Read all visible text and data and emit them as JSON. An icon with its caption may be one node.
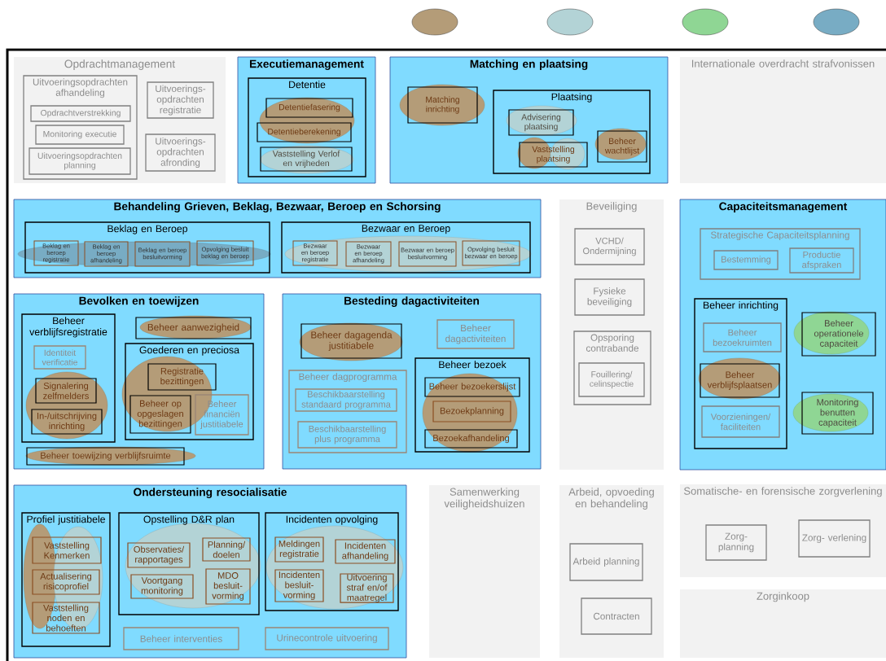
{
  "diagram": {
    "nodes": [
      {
        "text": [
          "Opdrachtmanagement"
        ]
      },
      {
        "text": [
          "Uitvoeringsopdrachten afhandeling"
        ],
        "in": 0
      },
      {
        "text": [
          "Opdrachtverstrekking"
        ],
        "in": 1
      },
      {
        "text": [
          "Monitoring executie"
        ],
        "in": 1
      },
      {
        "text": [
          "Uitvoeringsopdrachten planning"
        ],
        "in": 1
      },
      {
        "text": [
          "Uitvoerings- opdrachten registratie"
        ],
        "in": 0
      },
      {
        "text": [
          "Uitvoerings- opdrachten afronding"
        ],
        "in": 0
      },
      {
        "text": [
          "Executiemanagement"
        ]
      },
      {
        "text": [
          "Detentie"
        ],
        "in": 7
      },
      {
        "text": [
          "Detentiefasering"
        ],
        "in": 8
      },
      {
        "text": [
          "Detentieberekening"
        ],
        "in": 8
      },
      {
        "text": [
          "Vaststelling Verlof en vrijheden"
        ],
        "in": 8
      },
      {
        "text": [
          "Matching en plaatsing"
        ]
      },
      {
        "text": [
          "Matching inrichting"
        ],
        "in": 12
      },
      {
        "text": [
          "Plaatsing"
        ],
        "in": 12
      },
      {
        "text": [
          "Advisering plaatsing"
        ],
        "in": 14
      },
      {
        "text": [
          "Vaststelling plaatsing"
        ],
        "in": 14
      },
      {
        "text": [
          "Beheer wachtlijst"
        ],
        "in": 14
      },
      {
        "text": [
          "Internationale overdracht strafvonissen"
        ]
      },
      {
        "text": [
          "Behandeling Grieven, Beklag, Bezwaar, Beroep en Schorsing"
        ]
      },
      {
        "text": [
          "Beklag en Beroep"
        ],
        "in": 19
      },
      {
        "text": [
          "Beklag en beroep registratie"
        ],
        "in": 20
      },
      {
        "text": [
          "Beklag en beroep afhandeling"
        ],
        "in": 20
      },
      {
        "text": [
          "Beklag en beroep besluitvorming"
        ],
        "in": 20
      },
      {
        "text": [
          "Opvolging besluit beklag en beroep"
        ],
        "in": 20
      },
      {
        "text": [
          "Bezwaar en Beroep"
        ],
        "in": 19
      },
      {
        "text": [
          "Bezwaar en beroep registratie"
        ],
        "in": 25
      },
      {
        "text": [
          "Bezwaar en beroep afhandeling"
        ],
        "in": 25
      },
      {
        "text": [
          "Bezwaar en beroep besluitvorming"
        ],
        "in": 25
      },
      {
        "text": [
          "Opvolging besluit bezwaar en beroep"
        ],
        "in": 25
      },
      {
        "text": [
          "Beveiliging"
        ]
      },
      {
        "text": [
          "VCHD/ Ondermijning"
        ],
        "in": 30
      },
      {
        "text": [
          "Fysieke beveiliging"
        ],
        "in": 30
      },
      {
        "text": [
          "Opsporing contrabande"
        ],
        "in": 30
      },
      {
        "text": [
          "Fouillering/ celinspectie"
        ],
        "in": 33
      },
      {
        "text": [
          "Capaciteitsmanagement"
        ]
      },
      {
        "text": [
          "Strategische Capaciteitsplanning"
        ],
        "in": 35
      },
      {
        "text": [
          "Bestemming"
        ],
        "in": 36
      },
      {
        "text": [
          "Productie afspraken"
        ],
        "in": 36
      },
      {
        "text": [
          "Beheer inrichting"
        ],
        "in": 35
      },
      {
        "text": [
          "Beheer bezoekruimten"
        ],
        "in": 39
      },
      {
        "text": [
          "Beheer verblijfsplaatsen"
        ],
        "in": 39
      },
      {
        "text": [
          "Voorzieningen/ faciliteiten"
        ],
        "in": 39
      },
      {
        "text": [
          "Beheer operationele capaciteit"
        ],
        "in": 35
      },
      {
        "text": [
          "Monitoring benutten capaciteit"
        ],
        "in": 35
      },
      {
        "text": [
          "Bevolken en toewijzen"
        ]
      },
      {
        "text": [
          "Beheer verblijfsregistratie"
        ],
        "in": 45
      },
      {
        "text": [
          "Identiteit verificatie"
        ],
        "in": 46
      },
      {
        "text": [
          "Signalering zelfmelders"
        ],
        "in": 46
      },
      {
        "text": [
          "In-/uitschrijving inrichting"
        ],
        "in": 46
      },
      {
        "text": [
          "Beheer aanwezigheid"
        ],
        "in": 45
      },
      {
        "text": [
          "Goederen en preciosa"
        ],
        "in": 45
      },
      {
        "text": [
          "Registratie bezittingen"
        ],
        "in": 51
      },
      {
        "text": [
          "Beheer op opgeslagen bezittingen"
        ],
        "in": 51
      },
      {
        "text": [
          "Beheer financiën justitiabele"
        ],
        "in": 51
      },
      {
        "text": [
          "Beheer toewijzing verblijfsruimte"
        ],
        "in": 45
      },
      {
        "text": [
          "Besteding dagactiviteiten"
        ]
      },
      {
        "text": [
          "Beheer dagagenda justitiabele"
        ],
        "in": 56
      },
      {
        "text": [
          "Beheer dagactiviteiten"
        ],
        "in": 56
      },
      {
        "text": [
          "Beheer dagprogramma"
        ],
        "in": 56
      },
      {
        "text": [
          "Beschikbaarstelling standaard programma"
        ],
        "in": 59
      },
      {
        "text": [
          "Beschikbaarstelling plus programma"
        ],
        "in": 59
      },
      {
        "text": [
          "Beheer bezoek"
        ],
        "in": 56
      },
      {
        "text": [
          "Beheer bezoekerslijst"
        ],
        "in": 62
      },
      {
        "text": [
          "Bezoekplanning"
        ],
        "in": 62
      },
      {
        "text": [
          "Bezoekafhandeling"
        ],
        "in": 62
      },
      {
        "text": [
          "Ondersteuning resocialisatie"
        ]
      },
      {
        "text": [
          "Profiel justitiabele"
        ],
        "in": 66
      },
      {
        "text": [
          "Vaststelling Kenmerken"
        ],
        "in": 67
      },
      {
        "text": [
          "Actualisering risicoprofiel"
        ],
        "in": 67
      },
      {
        "text": [
          "Vaststelling noden en behoeften"
        ],
        "in": 67
      },
      {
        "text": [
          "Opstelling D&R plan"
        ],
        "in": 66
      },
      {
        "text": [
          "Observaties/ rapportages"
        ],
        "in": 71
      },
      {
        "text": [
          "Planning/ doelen"
        ],
        "in": 71
      },
      {
        "text": [
          "Voortgang monitoring"
        ],
        "in": 71
      },
      {
        "text": [
          "MDO besluit- vorming"
        ],
        "in": 71
      },
      {
        "text": [
          "Incidenten opvolging"
        ],
        "in": 66
      },
      {
        "text": [
          "Meldingen registratie"
        ],
        "in": 76
      },
      {
        "text": [
          "Incidenten afhandeling"
        ],
        "in": 76
      },
      {
        "text": [
          "Incidenten besluit- vorming"
        ],
        "in": 76
      },
      {
        "text": [
          "Uitvoering straf en/of maatregel"
        ],
        "in": 76
      },
      {
        "text": [
          "Beheer interventies"
        ],
        "in": 66
      },
      {
        "text": [
          "Urinecontrole uitvoering"
        ],
        "in": 66
      },
      {
        "text": [
          "Samenwerking veiligheidshuizen"
        ]
      },
      {
        "text": [
          "Arbeid, opvoeding en behandeling"
        ]
      },
      {
        "text": [
          "Arbeid planning"
        ],
        "in": 84
      },
      {
        "text": [
          "Contracten"
        ],
        "in": 84
      },
      {
        "text": [
          "Somatische- en forensische zorgverlening"
        ]
      },
      {
        "text": [
          "Zorg- planning"
        ],
        "in": 87
      },
      {
        "text": [
          "Zorg- verlening"
        ],
        "in": 87
      },
      {
        "text": [
          "Zorginkoop"
        ]
      }
    ]
  }
}
